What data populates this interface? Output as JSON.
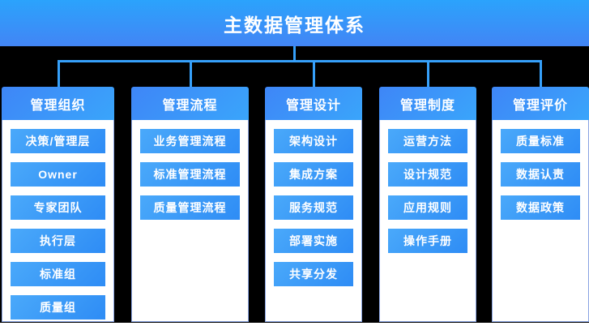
{
  "title": "主数据管理体系",
  "columns": [
    {
      "header": "管理组织",
      "items": [
        "决策/管理层",
        "Owner",
        "专家团队",
        "执行层",
        "标准组",
        "质量组"
      ]
    },
    {
      "header": "管理流程",
      "items": [
        "业务管理流程",
        "标准管理流程",
        "质量管理流程"
      ]
    },
    {
      "header": "管理设计",
      "items": [
        "架构设计",
        "集成方案",
        "服务规范",
        "部署实施",
        "共享分发"
      ]
    },
    {
      "header": "管理制度",
      "items": [
        "运营方法",
        "设计规范",
        "应用规则",
        "操作手册"
      ]
    },
    {
      "header": "管理评价",
      "items": [
        "质量标准",
        "数据认责",
        "数据政策"
      ]
    }
  ],
  "colors": {
    "background": "#000000",
    "banner_top": "#2ba3fc",
    "banner_bottom": "#4285f5",
    "header_dark": "#3e86f7",
    "header_light": "#3aa5fb",
    "node_light": "#4aa9fa",
    "node_dark": "#2e8cf5",
    "connector_line": "#36a0fa",
    "panel_border": "#8ca6e4",
    "text": "#ffffff"
  }
}
